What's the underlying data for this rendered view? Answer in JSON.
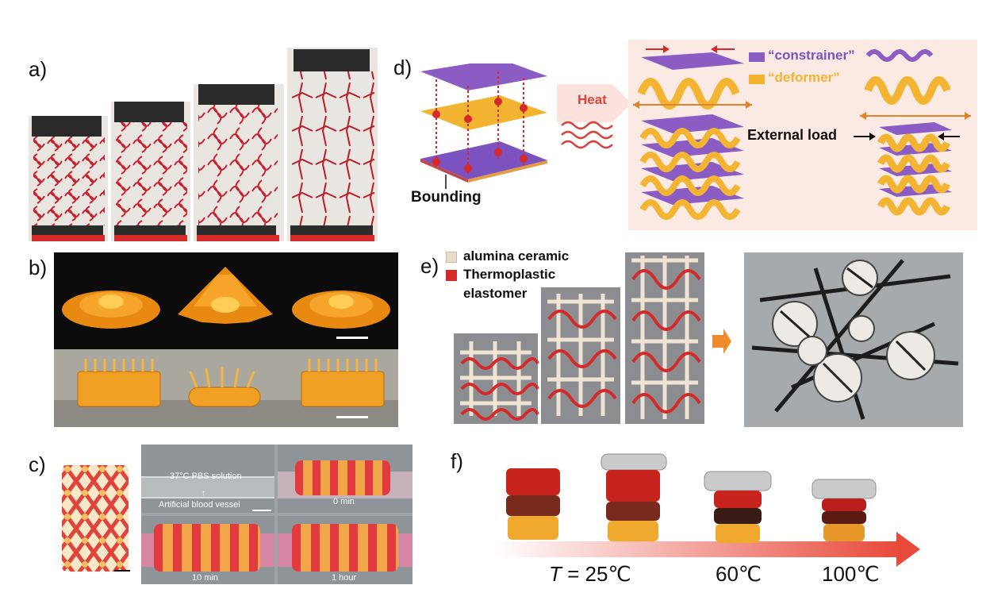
{
  "panels": {
    "a": {
      "label": "a)"
    },
    "b": {
      "label": "b)"
    },
    "c": {
      "label": "c)",
      "solution_text": "37°C PBS solution",
      "vessel_text": "Artificial blood vessel",
      "times": [
        "0 min",
        "10 min",
        "1 hour"
      ]
    },
    "d": {
      "label": "d)",
      "heat": "Heat",
      "bounding": "Bounding",
      "legend_constrainer": "“constrainer”",
      "legend_deformer": "“deformer”",
      "external_load": "External load",
      "colors": {
        "constrainer": "#8a5cc4",
        "deformer": "#f2b431",
        "heat": "#e0453a"
      }
    },
    "e": {
      "label": "e)",
      "legend_ceramic": "alumina ceramic",
      "legend_tpe_line1": "Thermoplastic",
      "legend_tpe_line2": "elastomer",
      "colors": {
        "ceramic": "#e8dccb",
        "tpe": "#d42a2a",
        "arrow": "#f08a2c"
      }
    },
    "f": {
      "label": "f)",
      "temp_symbol": "T",
      "temp_first": " = 25℃",
      "temp_mid": "60℃",
      "temp_last": "100℃"
    }
  }
}
